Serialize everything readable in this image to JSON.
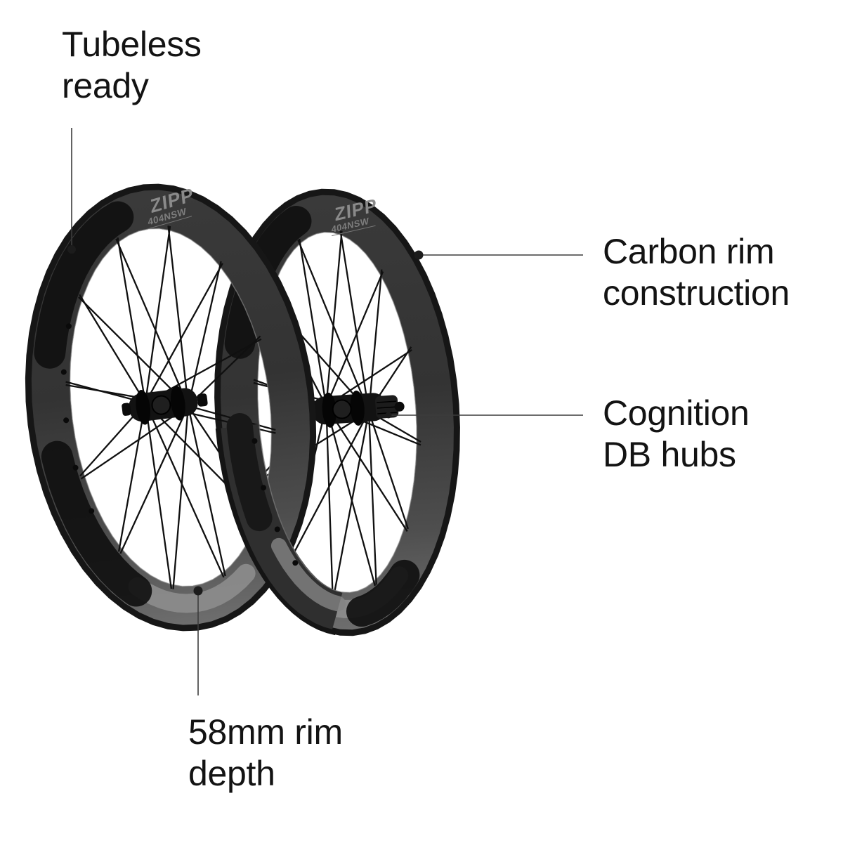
{
  "background": "#ffffff",
  "text_color": "#131313",
  "leader_line_color": "#3c3c3c",
  "product": {
    "brand": "ZIPP",
    "model": "404NSW"
  },
  "callouts": [
    {
      "id": "tubeless",
      "line1": "Tubeless",
      "line2": "ready"
    },
    {
      "id": "carbon-rim",
      "line1": "Carbon rim",
      "line2": "construction"
    },
    {
      "id": "cognition",
      "line1": "Cognition",
      "line2": "DB hubs"
    },
    {
      "id": "rim-depth",
      "line1": "58mm rim",
      "line2": "depth"
    }
  ]
}
